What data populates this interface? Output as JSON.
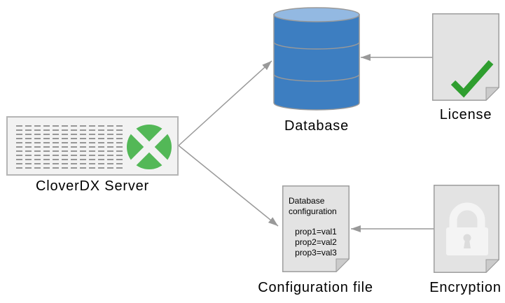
{
  "diagram": {
    "nodes": {
      "server": {
        "label": "CloverDX Server"
      },
      "database": {
        "label": "Database"
      },
      "license": {
        "label": "License"
      },
      "config_file": {
        "label": "Configuration file",
        "doc_title": "Database configuration",
        "properties": [
          "prop1=val1",
          "prop2=val2",
          "prop3=val3"
        ]
      },
      "encryption": {
        "label": "Encryption"
      }
    },
    "edges": [
      {
        "from": "server",
        "to": "database"
      },
      {
        "from": "server",
        "to": "config_file"
      },
      {
        "from": "license",
        "to": "database"
      },
      {
        "from": "encryption",
        "to": "config_file"
      }
    ],
    "colors": {
      "database_body": "#3d7ec1",
      "database_top": "#93b9e2",
      "clover_green": "#53b857",
      "check_green": "#2f9e2f",
      "arrow": "#999999",
      "doc_fill": "#e3e3e3",
      "doc_border": "#9e9e9e"
    }
  }
}
